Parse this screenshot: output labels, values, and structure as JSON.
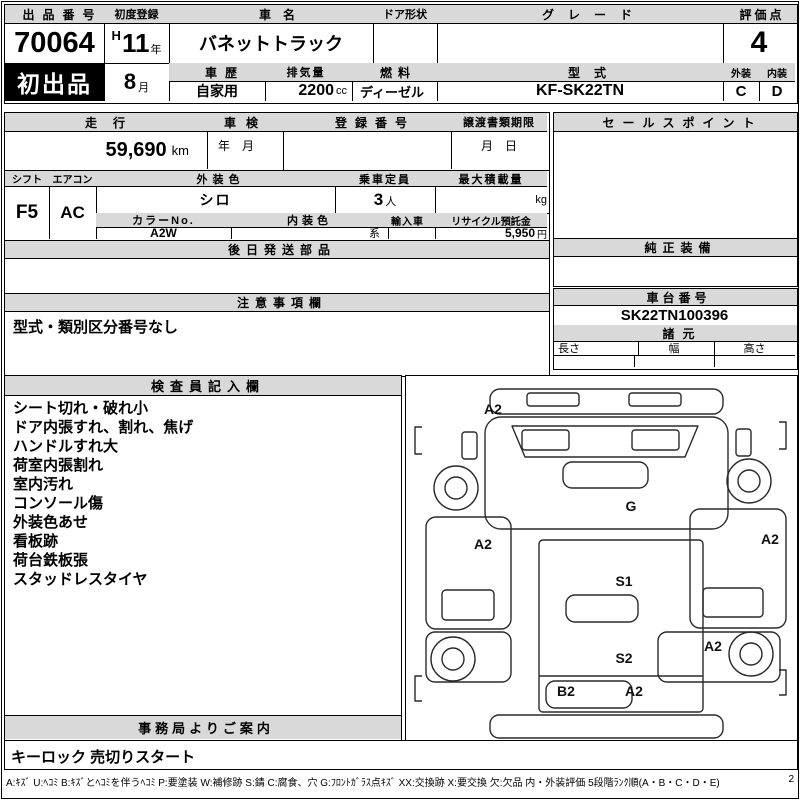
{
  "colors": {
    "header_bg": "#d9d9d9",
    "badge_bg": "#000000",
    "badge_text": "#ffffff",
    "border": "#000000"
  },
  "top": {
    "exhibit_no_label": "出品番号",
    "exhibit_no": "70064",
    "first_exhibit": "初出品",
    "first_reg_label": "初度登録",
    "reg_era": "H",
    "reg_year": "11",
    "year_suffix": "年",
    "reg_month": "8",
    "month_suffix": "月",
    "car_name_label": "車名",
    "car_name": "バネットトラック",
    "door_label": "ドア形状",
    "grade_label": "グレード",
    "score_label": "評価点",
    "score": "4",
    "history_label": "車歴",
    "history": "自家用",
    "displacement_label": "排気量",
    "displacement": "2200",
    "displacement_unit": "cc",
    "fuel_label": "燃料",
    "fuel": "ディーゼル",
    "model_label": "型式",
    "model": "KF-SK22TN",
    "exterior_label": "外装",
    "exterior": "C",
    "interior_label": "内装",
    "interior": "D"
  },
  "mileage": {
    "label": "走行",
    "value": "59,690",
    "unit": "km",
    "shaken_label": "車検",
    "shaken_placeholder": "年　月",
    "regno_label": "登録番号",
    "deadline_label": "譲渡書類期限",
    "deadline_placeholder": "月　日",
    "salespoint_label": "セールスポイント"
  },
  "spec": {
    "shift_label": "シフト",
    "shift": "F5",
    "aircon_label": "エアコン",
    "aircon": "AC",
    "ext_color_label": "外装色",
    "ext_color": "シロ",
    "capacity_label": "乗車定員",
    "capacity": "3",
    "capacity_unit": "人",
    "max_load_label": "最大積載量",
    "max_load_unit": "kg",
    "color_no_label": "カラーNo.",
    "color_no": "A2W",
    "int_color_label": "内装色",
    "int_color_suffix": "系",
    "import_label": "輸入車",
    "recycle_label": "リサイクル預託金",
    "recycle": "5,950",
    "recycle_unit": "円"
  },
  "later_parts": {
    "title": "後日発送部品"
  },
  "genuine": {
    "title": "純正装備"
  },
  "notes": {
    "title": "注意事項欄",
    "content": "型式・類別区分番号なし"
  },
  "chassis": {
    "title": "車台番号",
    "value": "SK22TN100396",
    "spec_title": "諸元",
    "length_label": "長さ",
    "width_label": "幅",
    "height_label": "高さ"
  },
  "inspector": {
    "title": "検査員記入欄",
    "items": [
      "シート切れ・破れ小",
      "ドア内張すれ、割れ、焦げ",
      "ハンドルすれ大",
      "荷室内張割れ",
      "室内汚れ",
      "コンソール傷",
      "外装色あせ",
      "看板跡",
      "荷台鉄板張",
      "スタッドレスタイヤ"
    ]
  },
  "diagram": {
    "marks": [
      {
        "label": "A2",
        "zone": "front"
      },
      {
        "label": "G",
        "zone": "windshield"
      },
      {
        "label": "A2",
        "zone": "left-side"
      },
      {
        "label": "A2",
        "zone": "right-side"
      },
      {
        "label": "S1",
        "zone": "bed-front"
      },
      {
        "label": "S2",
        "zone": "bed-rear"
      },
      {
        "label": "A2",
        "zone": "right-rear-panel"
      },
      {
        "label": "B2",
        "zone": "tailgate-left"
      },
      {
        "label": "A2",
        "zone": "tailgate"
      }
    ]
  },
  "office": {
    "title": "事務局よりご案内",
    "content": "キーロック 売切りスタート"
  },
  "footer": {
    "legend": "A:ｷｽﾞ U:ﾍｺﾐ B:ｷｽﾞとﾍｺﾐを伴うﾍｺﾐ P:要塗装 W:補修跡 S:錆 C:腐食、穴 G:ﾌﾛﾝﾄｶﾞﾗｽ点ｷｽﾞ XX:交換跡 X:要交換 欠:欠品 内・外装評価 5段階ﾗﾝｸ順(A・B・C・D・E)",
    "page": "2"
  }
}
